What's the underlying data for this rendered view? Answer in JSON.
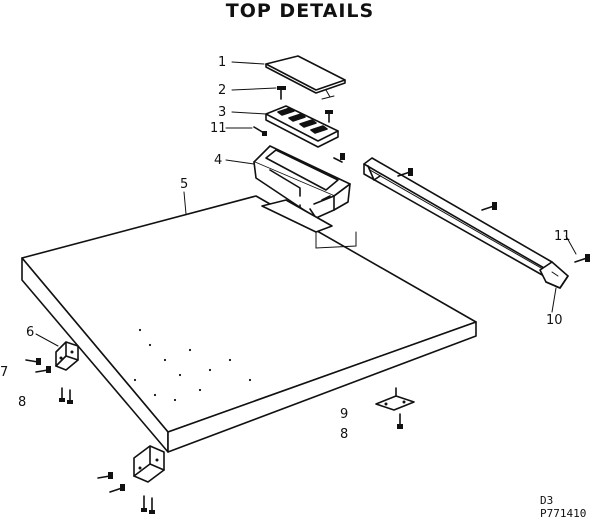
{
  "title": "TOP DETAILS",
  "callouts": {
    "c1": "1",
    "c2": "2",
    "c3": "3",
    "c11a": "11",
    "c4": "4",
    "c5": "5",
    "c11b": "11",
    "c10": "10",
    "c6": "6",
    "c7": "7",
    "c8a": "8",
    "c9": "9",
    "c8b": "8"
  },
  "codes": {
    "line1": "D3",
    "line2": "P771410"
  }
}
